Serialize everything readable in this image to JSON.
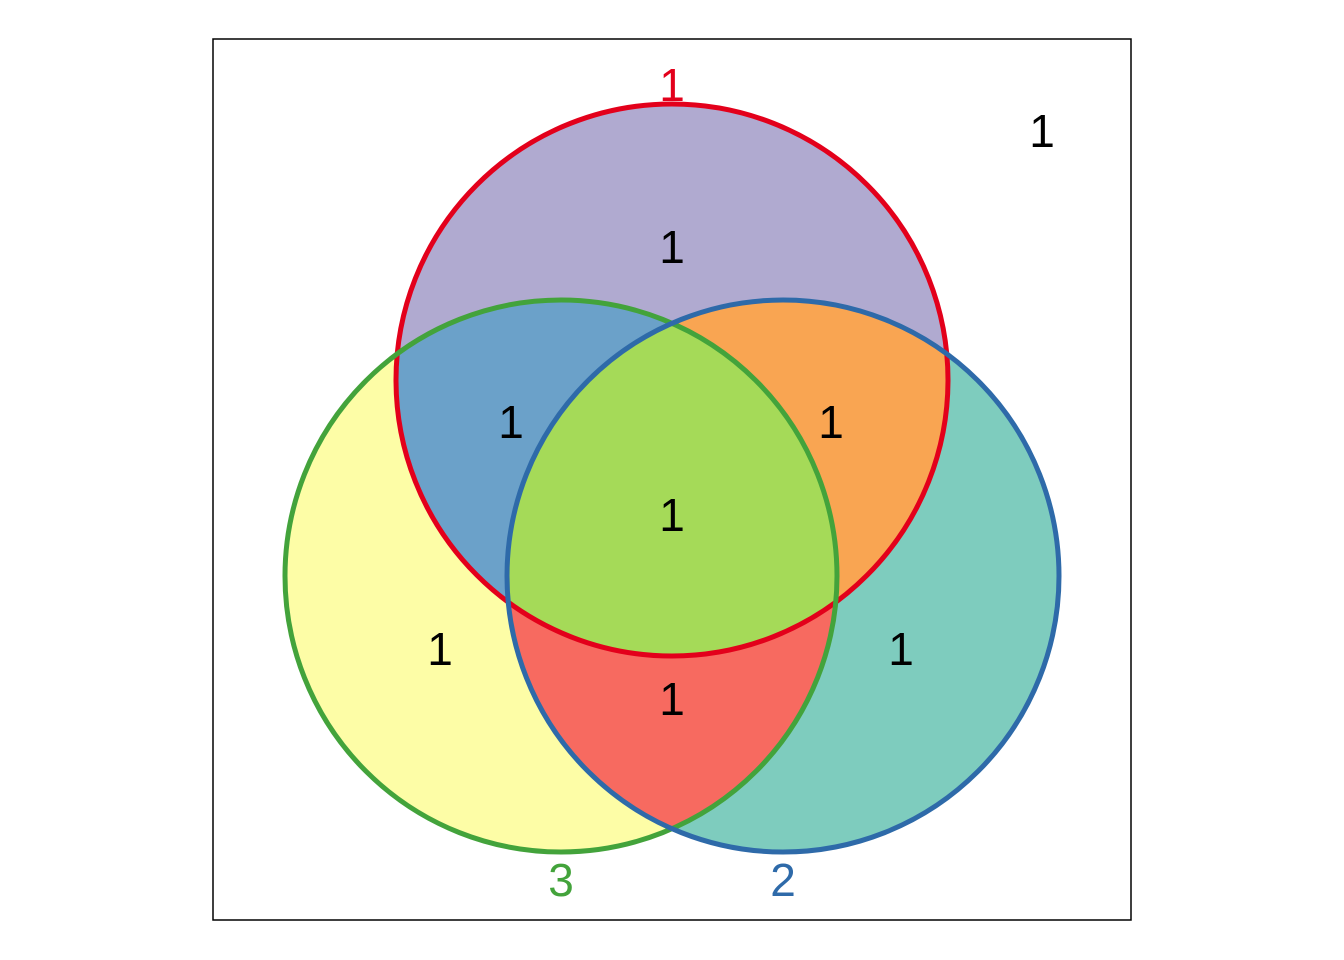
{
  "diagram": {
    "type": "venn",
    "sets": [
      {
        "id": "set-1",
        "label": "1",
        "stroke": "#E3001B"
      },
      {
        "id": "set-2",
        "label": "2",
        "stroke": "#2E6AA9"
      },
      {
        "id": "set-3",
        "label": "3",
        "stroke": "#43A33B"
      }
    ],
    "regions": [
      {
        "id": "only-1",
        "sets": [
          "1"
        ],
        "count": "1",
        "fill": "#B0AAD0"
      },
      {
        "id": "only-2",
        "sets": [
          "2"
        ],
        "count": "1",
        "fill": "#7ECCBE"
      },
      {
        "id": "only-3",
        "sets": [
          "3"
        ],
        "count": "1",
        "fill": "#FDFDA6"
      },
      {
        "id": "1-and-2",
        "sets": [
          "1",
          "2"
        ],
        "count": "1",
        "fill": "#F9A552"
      },
      {
        "id": "1-and-3",
        "sets": [
          "1",
          "3"
        ],
        "count": "1",
        "fill": "#6BA1C9"
      },
      {
        "id": "2-and-3",
        "sets": [
          "2",
          "3"
        ],
        "count": "1",
        "fill": "#F76A60"
      },
      {
        "id": "all",
        "sets": [
          "1",
          "2",
          "3"
        ],
        "count": "1",
        "fill": "#A5DA58"
      }
    ],
    "outside": {
      "count": "1"
    }
  }
}
